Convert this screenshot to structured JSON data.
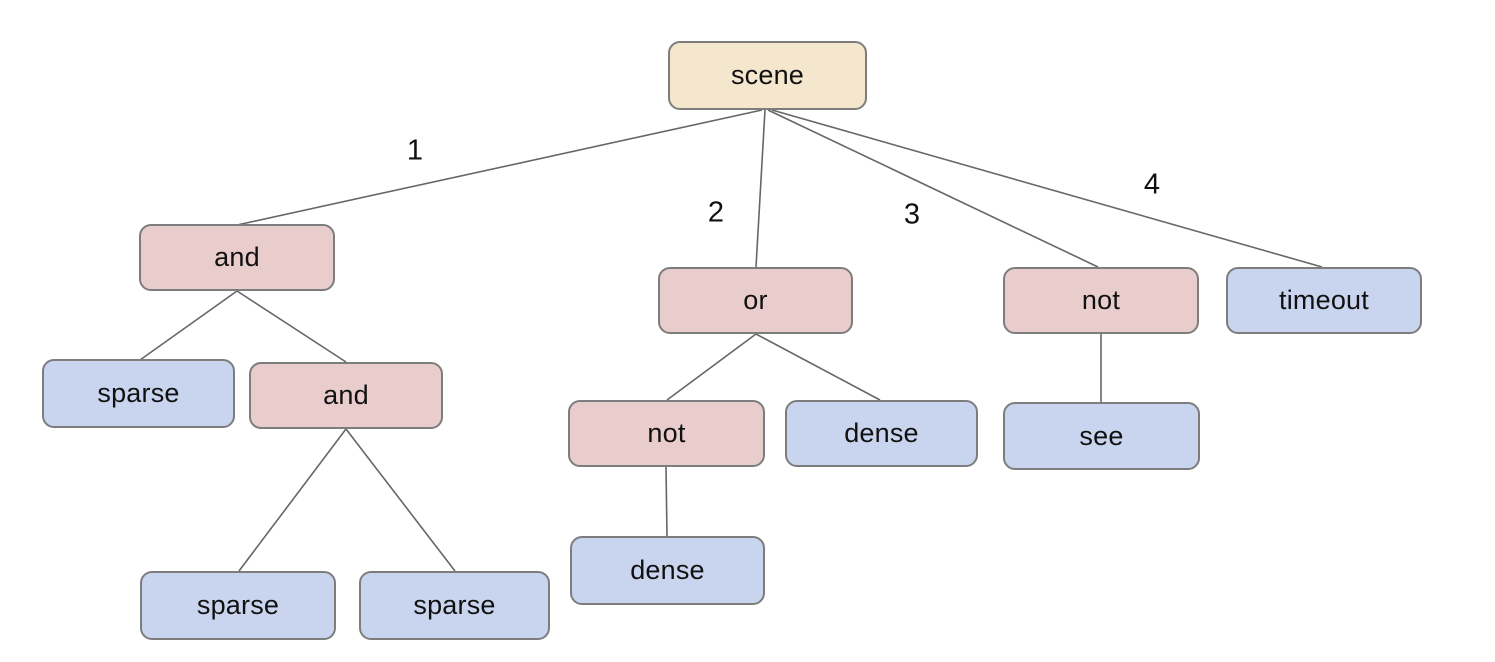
{
  "diagram": {
    "type": "tree",
    "colors": {
      "background": "#ffffff",
      "root_fill": "#f4e7ce",
      "operator_fill": "#e9cdcc",
      "leaf_fill": "#c9d5ee",
      "border": "#7d7d7d",
      "edge": "#666666",
      "text": "#111111"
    },
    "nodes": [
      {
        "id": "scene",
        "label": "scene",
        "kind": "root"
      },
      {
        "id": "and-outer",
        "label": "and",
        "kind": "operator"
      },
      {
        "id": "or",
        "label": "or",
        "kind": "operator"
      },
      {
        "id": "not-right",
        "label": "not",
        "kind": "operator"
      },
      {
        "id": "timeout",
        "label": "timeout",
        "kind": "leaf"
      },
      {
        "id": "sparse-left",
        "label": "sparse",
        "kind": "leaf"
      },
      {
        "id": "and-inner",
        "label": "and",
        "kind": "operator"
      },
      {
        "id": "sparse-inner-1",
        "label": "sparse",
        "kind": "leaf"
      },
      {
        "id": "sparse-inner-2",
        "label": "sparse",
        "kind": "leaf"
      },
      {
        "id": "not-middle",
        "label": "not",
        "kind": "operator"
      },
      {
        "id": "dense-right",
        "label": "dense",
        "kind": "leaf"
      },
      {
        "id": "dense-bottom",
        "label": "dense",
        "kind": "leaf"
      },
      {
        "id": "see",
        "label": "see",
        "kind": "leaf"
      }
    ],
    "edges": [
      {
        "from": "scene",
        "to": "and-outer",
        "label": "1"
      },
      {
        "from": "scene",
        "to": "or",
        "label": "2"
      },
      {
        "from": "scene",
        "to": "not-right",
        "label": "3"
      },
      {
        "from": "scene",
        "to": "timeout",
        "label": "4"
      },
      {
        "from": "and-outer",
        "to": "sparse-left",
        "label": ""
      },
      {
        "from": "and-outer",
        "to": "and-inner",
        "label": ""
      },
      {
        "from": "and-inner",
        "to": "sparse-inner-1",
        "label": ""
      },
      {
        "from": "and-inner",
        "to": "sparse-inner-2",
        "label": ""
      },
      {
        "from": "or",
        "to": "not-middle",
        "label": ""
      },
      {
        "from": "or",
        "to": "dense-right",
        "label": ""
      },
      {
        "from": "not-middle",
        "to": "dense-bottom",
        "label": ""
      },
      {
        "from": "not-right",
        "to": "see",
        "label": ""
      }
    ]
  }
}
